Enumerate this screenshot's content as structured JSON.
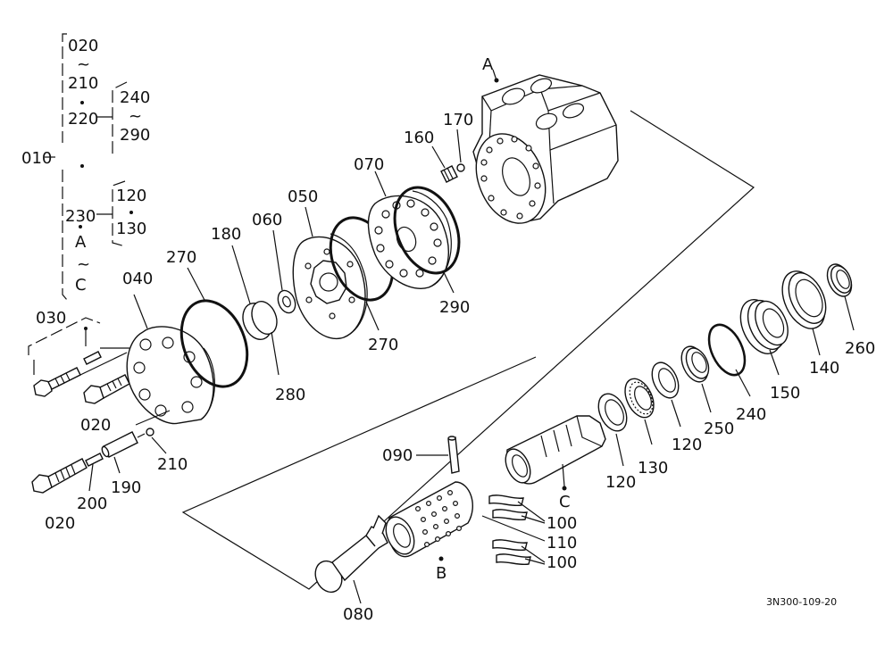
{
  "labels": {
    "p010": "010",
    "p020a": "020",
    "tilde1": "~",
    "p210a": "210",
    "p220": "220",
    "p240a": "240",
    "tilde2": "~",
    "p290a": "290",
    "p230": "230",
    "p120a": "120",
    "p130a": "130",
    "pA": "A",
    "tilde3": "~",
    "pC": "C",
    "p030": "030",
    "p020b": "020",
    "p020c": "020",
    "p040": "040",
    "p270a": "270",
    "p180": "180",
    "p060": "060",
    "p050": "050",
    "p280": "280",
    "p270b": "270",
    "p070": "070",
    "p290b": "290",
    "p160": "160",
    "p170": "170",
    "A": "A",
    "p210b": "210",
    "p200": "200",
    "p190": "190",
    "p090": "090",
    "p080": "080",
    "B": "B",
    "C": "C",
    "p100a": "100",
    "p110": "110",
    "p100b": "100",
    "p120b": "120",
    "p130b": "130",
    "p120c": "120",
    "p250": "250",
    "p240b": "240",
    "p150": "150",
    "p140": "140",
    "p260": "260"
  },
  "drawing_code": "3N300-109-20"
}
